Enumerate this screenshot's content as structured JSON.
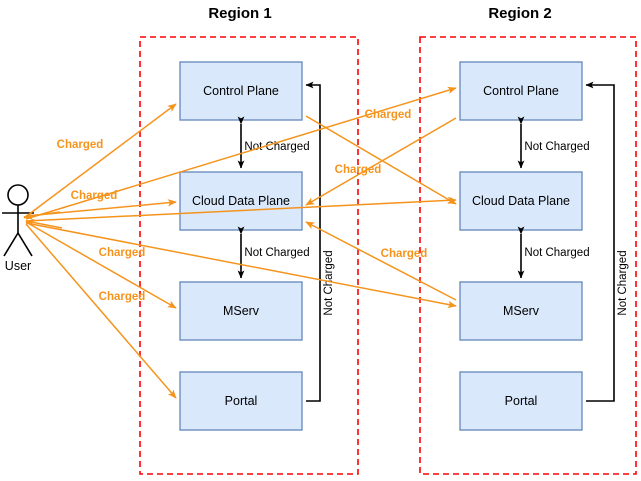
{
  "diagram": {
    "title_region1": "Region 1",
    "title_region2": "Region 2",
    "actor": {
      "label": "User",
      "icon": "user-stick-figure-icon"
    },
    "colors": {
      "box_fill": "#dae8fc",
      "box_stroke": "#6c8ebf",
      "region_boundary": "#ff0000",
      "charged_arrow": "#f5941d",
      "not_charged_arrow": "#000000",
      "text": "#000000"
    },
    "regions": [
      {
        "name": "Region 1",
        "boxes": [
          {
            "label": "Control Plane"
          },
          {
            "label": "Cloud Data Plane"
          },
          {
            "label": "MServ"
          },
          {
            "label": "Portal"
          }
        ]
      },
      {
        "name": "Region 2",
        "boxes": [
          {
            "label": "Control Plane"
          },
          {
            "label": "Cloud Data Plane"
          },
          {
            "label": "MServ"
          },
          {
            "label": "Portal"
          }
        ]
      }
    ],
    "edge_labels": {
      "charged": "Charged",
      "not_charged": "Not Charged"
    },
    "charged_edges": [
      {
        "id": "user-to-r1-control-plane",
        "label": "Charged"
      },
      {
        "id": "user-to-r1-cloud-data-plane",
        "label": "Charged"
      },
      {
        "id": "user-to-r1-mserv",
        "label": "Charged"
      },
      {
        "id": "user-to-r1-portal",
        "label": "Charged"
      },
      {
        "id": "r2-control-plane-to-r1-cloud-data-plane",
        "label": "Charged"
      },
      {
        "id": "user-to-r2-control-plane",
        "label": "Charged"
      },
      {
        "id": "user-to-r2-cloud-data-plane",
        "label": "Charged"
      },
      {
        "id": "user-to-r2-mserv",
        "label": "Charged"
      },
      {
        "id": "r1-control-plane-to-r2-cloud-data-plane",
        "label": "Charged"
      }
    ],
    "not_charged_edges": [
      {
        "id": "r1-control-plane-cloud-data-plane",
        "label": "Not Charged"
      },
      {
        "id": "r1-cloud-data-plane-mserv",
        "label": "Not Charged"
      },
      {
        "id": "r1-portal-to-control-plane",
        "label": "Not Charged"
      },
      {
        "id": "r2-control-plane-cloud-data-plane",
        "label": "Not Charged"
      },
      {
        "id": "r2-cloud-data-plane-mserv",
        "label": "Not Charged"
      },
      {
        "id": "r2-portal-to-control-plane",
        "label": "Not Charged"
      }
    ]
  }
}
